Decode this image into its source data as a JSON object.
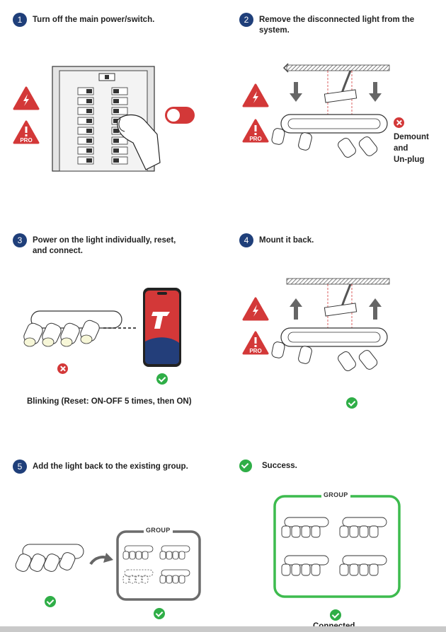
{
  "steps": [
    {
      "num": "1",
      "text": "Turn off the main power/switch."
    },
    {
      "num": "2",
      "text": "Remove the disconnected light from the system."
    },
    {
      "num": "3",
      "text": "Power on the light individually, reset, and connect."
    },
    {
      "num": "4",
      "text": "Mount it back."
    },
    {
      "num": "5",
      "text": "Add the light back to the existing group."
    }
  ],
  "success": {
    "text": "Success."
  },
  "labels": {
    "pro": "PRO",
    "demount": "Demount",
    "and": "and",
    "unplug": "Un-plug",
    "blinking": "Blinking (Reset: ON-OFF 5 times, then ON)",
    "group": "GROUP",
    "connected": "Connected"
  },
  "colors": {
    "step_badge": "#1f3f7a",
    "danger": "#d33838",
    "success": "#2fae47",
    "group_border_done": "#3dbb4e",
    "group_border": "#6b6b6b"
  },
  "icons": [
    "electric-hazard-icon",
    "pro-warning-icon",
    "toggle-switch-icon",
    "check-icon",
    "x-icon",
    "arrow-icon",
    "phone-app-icon"
  ]
}
